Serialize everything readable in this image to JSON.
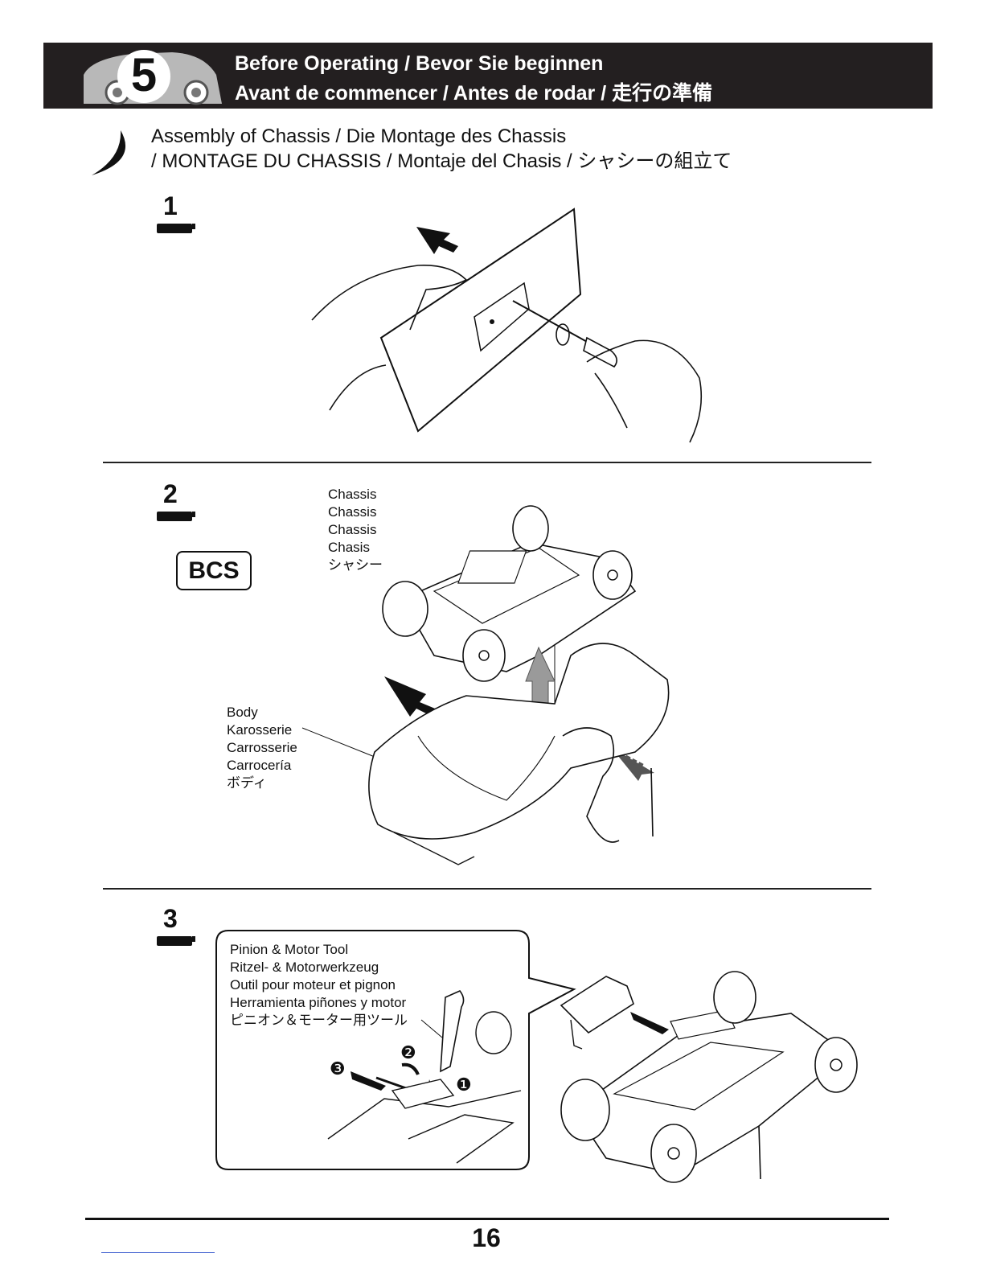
{
  "header": {
    "step_number": "5",
    "title_line1": "Before Operating  /  Bevor Sie beginnen",
    "title_line2": "Avant de commencer  /  Antes de rodar  /  走行の準備"
  },
  "section": {
    "title_line1": "Assembly of Chassis / Die Montage des Chassis",
    "title_line2": "/ MONTAGE DU CHASSIS / Montaje del Chasis  / シャシーの組立て"
  },
  "steps": [
    {
      "number": "1"
    },
    {
      "number": "2",
      "badge": "BCS"
    },
    {
      "number": "3"
    }
  ],
  "labels": {
    "chassis": [
      "Chassis",
      "Chassis",
      "Chassis",
      "Chasis",
      "シャシー"
    ],
    "body": [
      "Body",
      "Karosserie",
      "Carrosserie",
      "Carrocería",
      "ボディ"
    ],
    "tool": [
      "Pinion & Motor Tool",
      "Ritzel- & Motorwerkzeug",
      "Outil pour moteur et pignon",
      "Herramienta piñones y motor",
      "ピニオン＆モーター用ツール"
    ]
  },
  "callout_markers": [
    "❶",
    "❷",
    "❸"
  ],
  "page_number": "16",
  "colors": {
    "header_bg": "#231f20",
    "header_text": "#ffffff",
    "ink": "#111111",
    "arrow_grey": "#9a9a9a"
  }
}
